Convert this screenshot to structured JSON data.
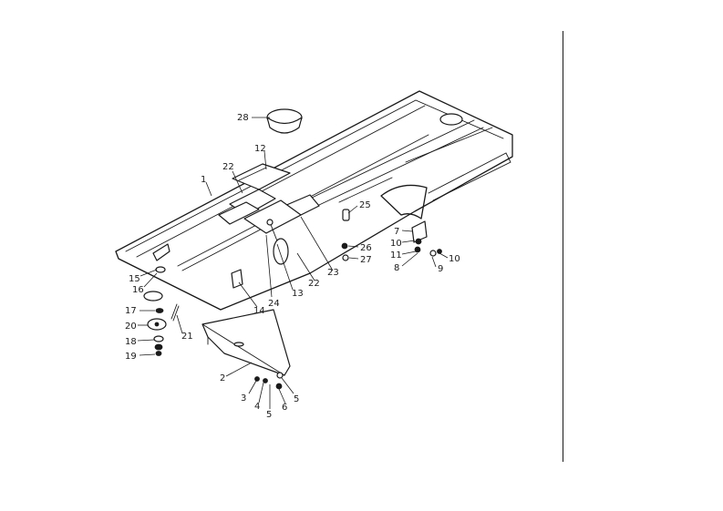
{
  "diagram": {
    "callouts": {
      "c1": "1",
      "c2": "2",
      "c3": "3",
      "c4": "4",
      "c5a": "5",
      "c5b": "5",
      "c6": "6",
      "c7": "7",
      "c8": "8",
      "c9": "9",
      "c10a": "10",
      "c10b": "10",
      "c11": "11",
      "c12": "12",
      "c13": "13",
      "c14": "14",
      "c15": "15",
      "c16": "16",
      "c17": "17",
      "c18": "18",
      "c19": "19",
      "c20": "20",
      "c21": "21",
      "c22a": "22",
      "c22b": "22",
      "c23": "23",
      "c24": "24",
      "c25": "25",
      "c26": "26",
      "c27": "27",
      "c28": "28"
    }
  }
}
